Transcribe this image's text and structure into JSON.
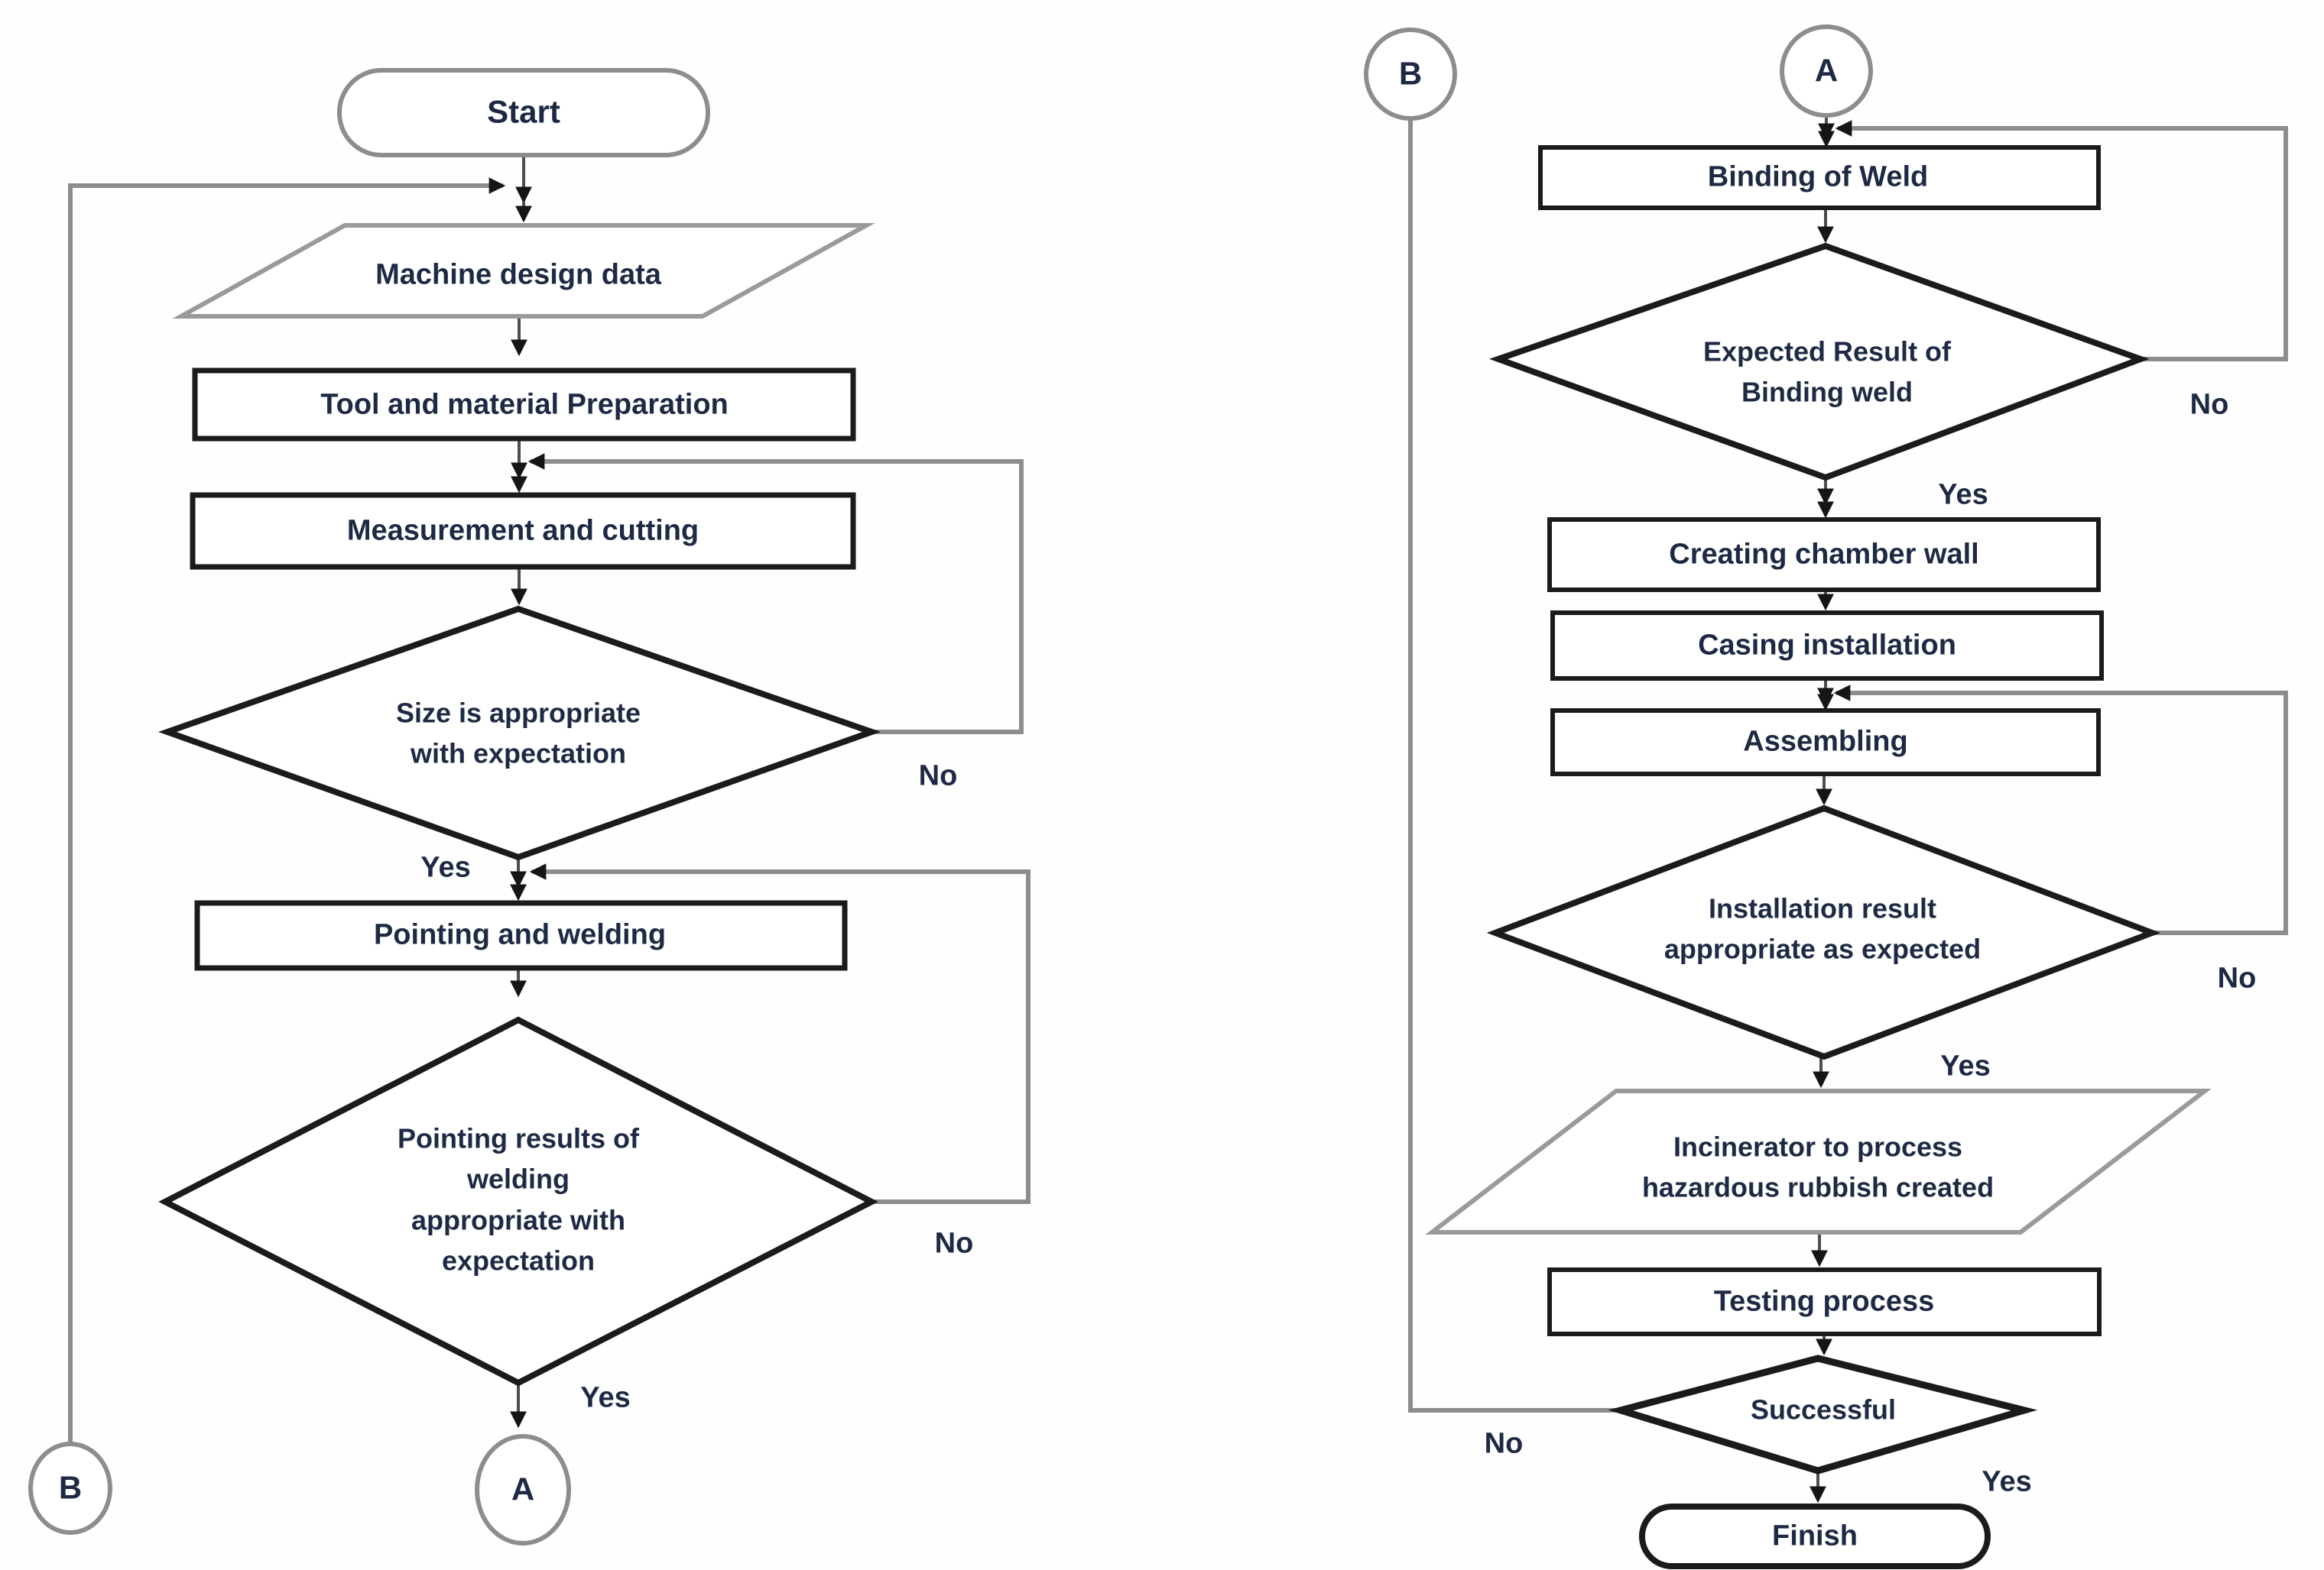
{
  "colors": {
    "text": "#1e2a44",
    "shape_stroke_dark": "#1b1b1b",
    "shape_stroke_gray": "#8d8d8d",
    "connector_gray": "#8d8d8d",
    "flow_line": "#4d4d4d",
    "shape_fill": "#ffffff",
    "background": "#fefefe"
  },
  "connectors": {
    "a": "A",
    "b": "B"
  },
  "flowchart": {
    "left": {
      "start": "Start",
      "machine_design_data": "Machine design data",
      "tool_material_preparation": "Tool and material Preparation",
      "measurement_cutting": "Measurement and cutting",
      "size_decision": {
        "text": [
          "Size is appropriate",
          "with expectation"
        ],
        "no": "No",
        "yes": "Yes"
      },
      "pointing_welding": "Pointing and welding",
      "pointing_results_decision": {
        "text": [
          "Pointing results of",
          "welding",
          "appropriate with",
          "expectation"
        ],
        "no": "No",
        "yes": "Yes"
      }
    },
    "right": {
      "binding_of_weld": "Binding of Weld",
      "expected_result_decision": {
        "text": [
          "Expected Result of",
          "Binding weld"
        ],
        "no": "No",
        "yes": "Yes"
      },
      "creating_chamber_wall": "Creating chamber wall",
      "casing_installation": "Casing installation",
      "assembling": "Assembling",
      "installation_result_decision": {
        "text": [
          "Installation result",
          "appropriate as expected"
        ],
        "no": "No",
        "yes": "Yes"
      },
      "incinerator_io": [
        "Incinerator to process",
        "hazardous rubbish created"
      ],
      "testing_process": "Testing process",
      "successful_decision": {
        "text": "Successful",
        "no": "No",
        "yes": "Yes"
      },
      "finish": "Finish"
    }
  }
}
